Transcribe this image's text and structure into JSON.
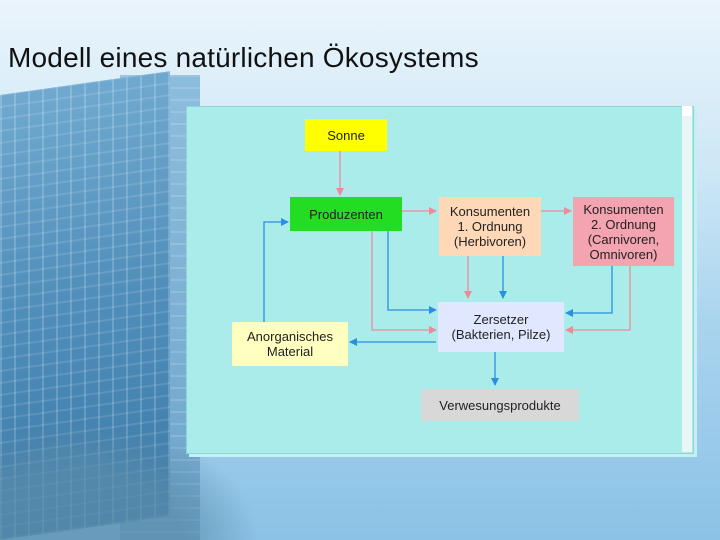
{
  "title": "Modell eines natürlichen Ökosystems",
  "colors": {
    "sun": "#ffff00",
    "producers": "#22dd22",
    "consumers1": "#ffd8b8",
    "consumers2": "#f4a3b0",
    "decomposers": "#dfe8ff",
    "inorganic": "#ffffc0",
    "products": "#d8d8d8",
    "panel": "#a9ece9",
    "arrow_pink": "#f08a9a",
    "arrow_blue": "#2b8fe0"
  },
  "nodes": {
    "sonne": "Sonne",
    "produzenten": "Produzenten",
    "konsumenten1": "Konsumenten\n1. Ordnung\n(Herbivoren)",
    "konsumenten2": "Konsumenten\n2. Ordnung\n(Carnivoren,\nOmnivoren)",
    "zersetzer": "Zersetzer\n(Bakterien, Pilze)",
    "anorganisch": "Anorganisches\nMaterial",
    "verwesung": "Verwesungsprodukte"
  }
}
